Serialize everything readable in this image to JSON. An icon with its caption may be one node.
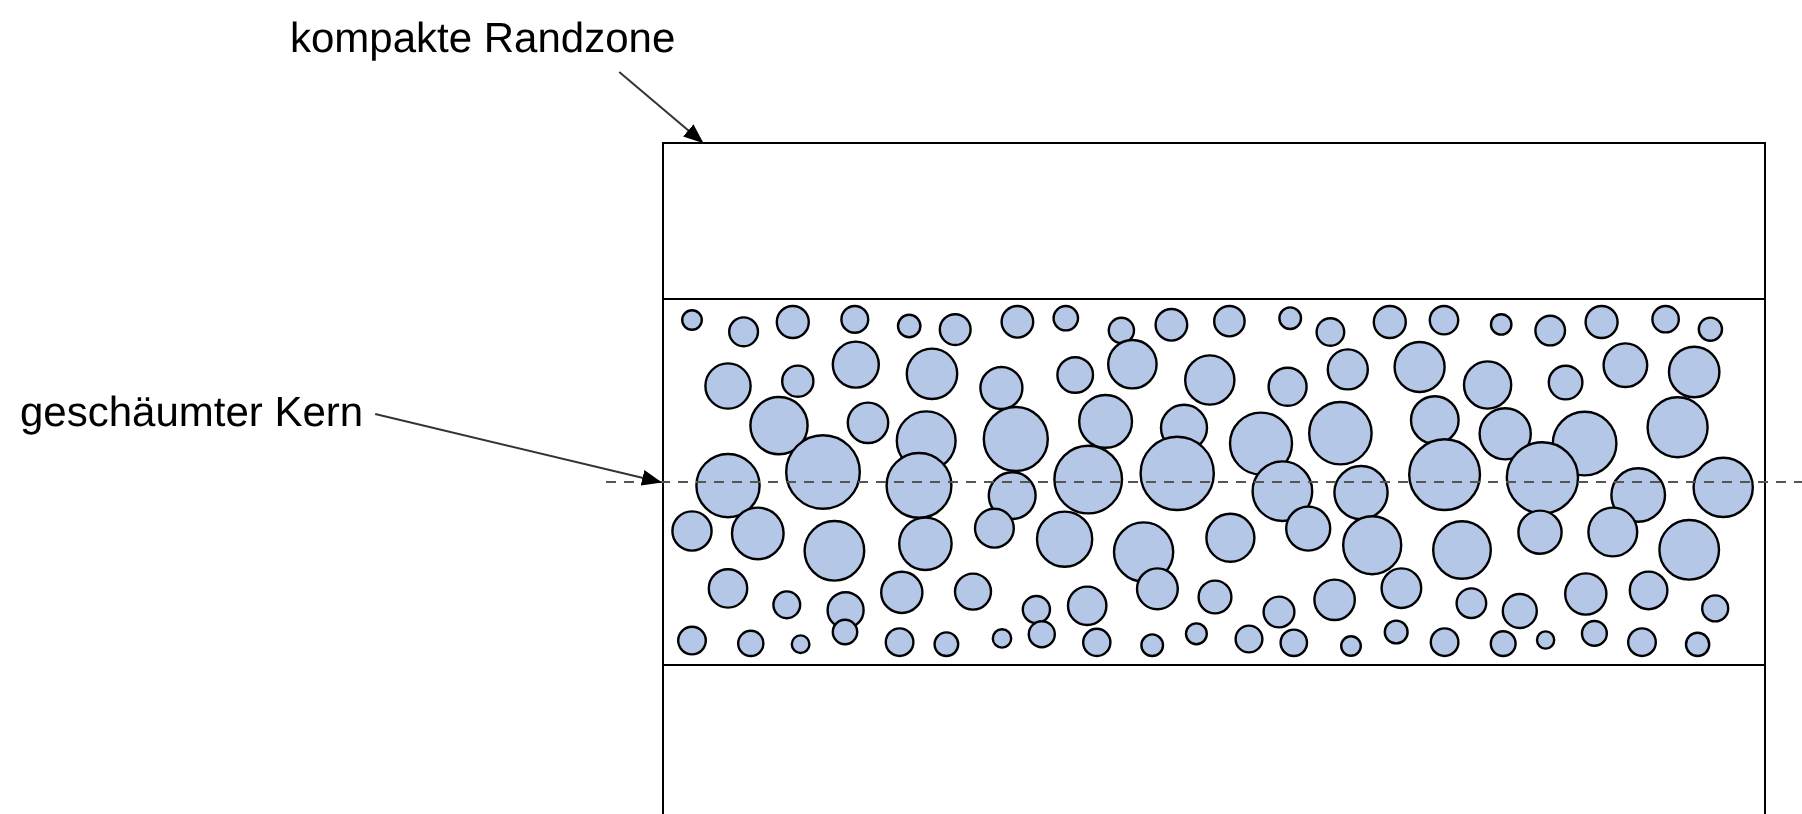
{
  "diagram": {
    "nodes": [
      {
        "text": [
          "kompakte Randzone"
        ]
      },
      {
        "text": [],
        "shape": "box"
      },
      {
        "text": [
          "geschäumter Kern"
        ]
      },
      {
        "text": [],
        "shape": "box"
      },
      {
        "text": [],
        "shape": "box"
      }
    ],
    "edges": [
      {
        "from": 0,
        "to": 1,
        "arrow": "to"
      },
      {
        "from": 2,
        "to": 3,
        "arrow": "to"
      }
    ]
  }
}
